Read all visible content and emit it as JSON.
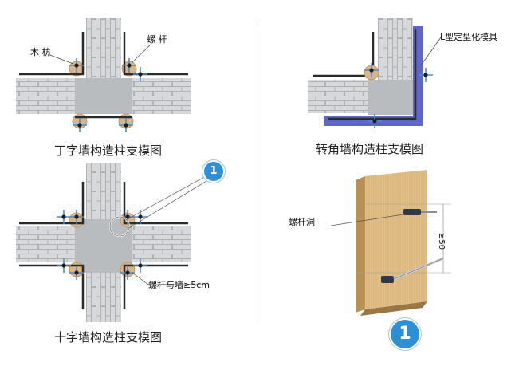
{
  "colors": {
    "brick": "#d6d8da",
    "brick_line": "#aeb2b6",
    "column": "#b9bcbf",
    "formwork": "#2b2b2b",
    "wood": "#d7b48a",
    "bolt": "#4a8fce",
    "l_mold": "#5e66c8",
    "badge": "#2d8fd6",
    "panel": "#e1c089"
  },
  "t_diagram": {
    "caption": "丁字墙构造柱支模图",
    "label_wood": "木 枋",
    "label_bolt": "螺 杆"
  },
  "corner_diagram": {
    "caption": "转角墙构造柱支模图",
    "label_mold": "L型定型化模具"
  },
  "cross_diagram": {
    "caption": "十字墙构造柱支模图",
    "label_note": "螺杆与墙≥5cm",
    "badge": "1"
  },
  "detail": {
    "label_hole": "螺杆洞",
    "dimension": "≥50",
    "badge": "1"
  }
}
